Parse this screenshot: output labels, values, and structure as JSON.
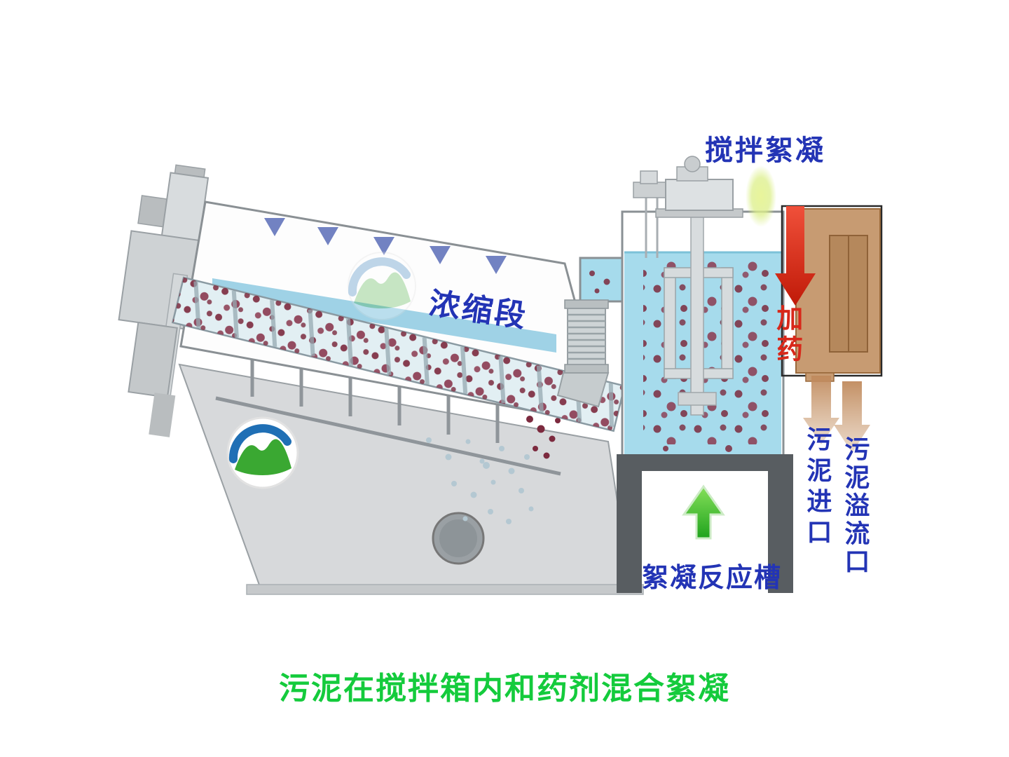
{
  "scene": {
    "type": "equipment-diagram",
    "description": "Screw-press sludge dewatering machine with flocculation mixing tank and chemical dosing unit"
  },
  "labels": {
    "mixing_flocculation": "搅拌絮凝",
    "concentration_section": "浓缩段",
    "add_chemical": "加药",
    "flocculation_reaction_tank": "絮凝反应槽",
    "sludge_inlet": "污泥进口",
    "sludge_overflow_port": "污泥溢流口"
  },
  "caption": "污泥在搅拌箱内和药剂混合絮凝",
  "colors": {
    "label-blue": "#2334b5",
    "label-red": "#d8281a",
    "caption-green": "#14cb3c",
    "water-blue": "#a6dbec",
    "machine-gray": "#d6d9db",
    "machine-gray-dark": "#b9bdbf",
    "stand-gray": "#585d61",
    "dosing-tan": "#c79b72",
    "dosing-tan-dark": "#b5885c",
    "logo-green": "#3aa832",
    "logo-blue": "#1f6fb5"
  }
}
